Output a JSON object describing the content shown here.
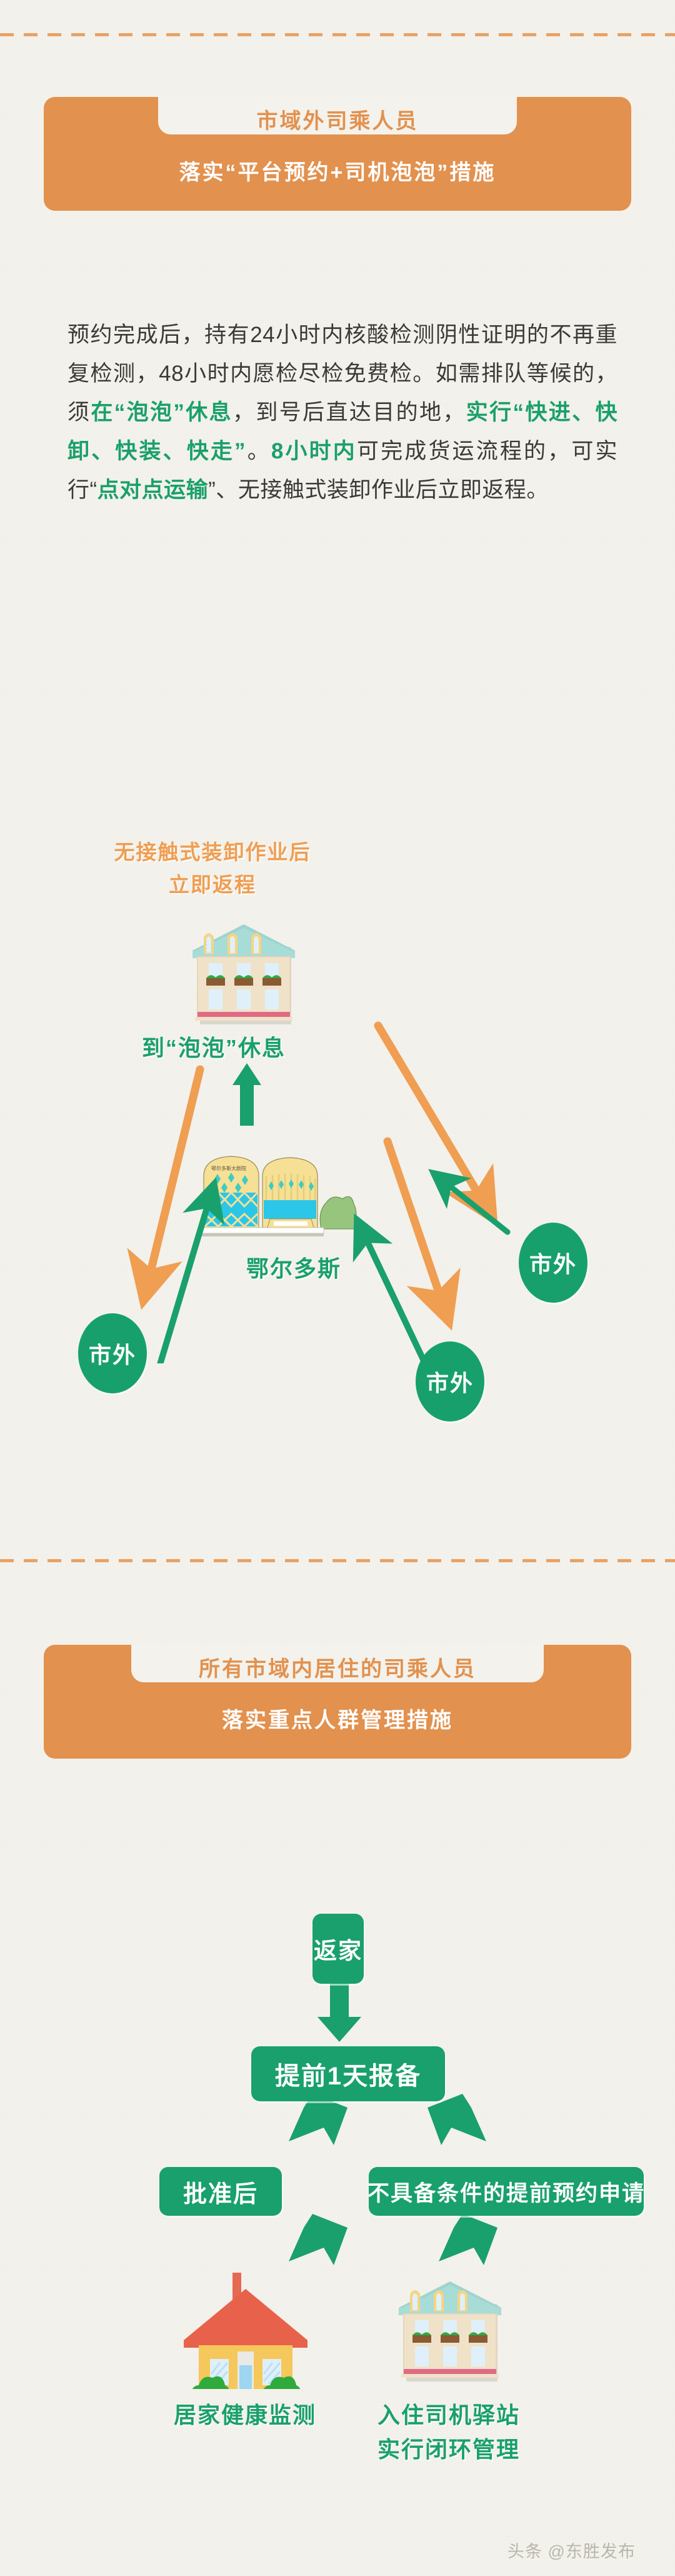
{
  "theme": {
    "page_bg": "#f4f2ec",
    "orange": "#e2914e",
    "orange_light": "#ef9e52",
    "green": "#19a06c",
    "green_badge": "#17a06c",
    "body_text": "#3a3a38"
  },
  "section1": {
    "header": {
      "title_top": "市域外司乘人员",
      "title_bottom": "落实“平台预约+司机泡泡”措施"
    },
    "paragraph": {
      "segments": [
        {
          "text": "预约完成后，持有24小时内核酸检测阴性证明的不再重复检测，48小时内愿检尽检免费检。如需排队等候的，须",
          "highlight": false
        },
        {
          "text": "在“泡泡”休息",
          "highlight": true
        },
        {
          "text": "，到号后直达目的地，",
          "highlight": false
        },
        {
          "text": "实行“快进、快卸、快装、快走”",
          "highlight": true
        },
        {
          "text": "。",
          "highlight": false
        },
        {
          "text": "8小时内",
          "highlight": true
        },
        {
          "text": "可完成货运流程的，可实行“",
          "highlight": false
        },
        {
          "text": "点对点运输",
          "highlight": true
        },
        {
          "text": "”、无接触式装卸作业后立即返程。",
          "highlight": false
        }
      ],
      "plain_text": "预约完成后，持有24小时内核酸检测阴性证明的不再重复检测，48小时内愿检尽检免费检。如需排队等候的，须在“泡泡”休息，到号后直达目的地，实行“快进、快卸、快装、快走”。8小时内可完成货运流程的，可实行“点对点运输”、无接触式装卸作业后立即返程。"
    },
    "diagram": {
      "caption_top_line1": "无接触式装卸作业后",
      "caption_top_line2": "立即返程",
      "hotel_label": "到“泡泡”休息",
      "center_label": "鄂尔多斯",
      "city_badges": [
        {
          "label": "市外",
          "position": "right"
        },
        {
          "label": "市外",
          "position": "bottom-left"
        },
        {
          "label": "市外",
          "position": "bottom-right"
        }
      ]
    }
  },
  "section2": {
    "header": {
      "title_top": "所有市域内居住的司乘人员",
      "title_bottom": "落实重点人群管理措施"
    },
    "flow": {
      "step_start": "返家",
      "step_report": "提前1天报备",
      "branch_left": "批准后",
      "branch_right": "不具备条件的提前预约申请",
      "outcome_left": "居家健康监测",
      "outcome_right_line1": "入住司机驿站",
      "outcome_right_line2": "实行闭环管理"
    }
  },
  "footer": {
    "watermark": "头条 @东胜发布"
  }
}
